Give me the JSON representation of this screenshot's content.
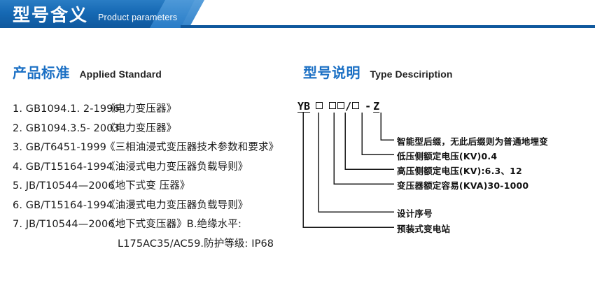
{
  "banner": {
    "title": "型号含义",
    "subtitle": "Product parameters",
    "color_dark": "#1565b0",
    "color_light": "#2f86d4"
  },
  "sections": {
    "left": {
      "title_cn": "产品标准",
      "title_en": "Applied Standard"
    },
    "right": {
      "title_cn": "型号说明",
      "title_en": "Type Desciription"
    }
  },
  "accent_color": "#1a6fc4",
  "standards": [
    {
      "num": "1. GB1094.1. 2-1996",
      "name": "《电力变压器》"
    },
    {
      "num": "2. GB1094.3.5- 2003",
      "name": "《电力变压器》"
    },
    {
      "num": "3. GB/T6451-1999",
      "name": "《三相油浸式变压器技术参数和要求》"
    },
    {
      "num": "4. GB/T15164-1994",
      "name": "《油浸式电力变压器负载导则》"
    },
    {
      "num": "5. JB/T10544—2006",
      "name": "《地下式变 压器》"
    },
    {
      "num": "6. GB/T15164-1994",
      "name": "《油漫式电力变压器负载导则》"
    },
    {
      "num": "7. JB/T10544—2006",
      "name": "《地下式变压器》B.绝缘水平:"
    }
  ],
  "standards_continuation": "L175AC35/AC59.防护等级: IP68",
  "type_code": {
    "prefix": "YB",
    "separator": "/",
    "dash": "-",
    "suffix": "Z",
    "box_glyph": "□"
  },
  "callouts": [
    {
      "id": "smart-suffix",
      "text": "智能型后缀，无此后缀则为普通地埋变"
    },
    {
      "id": "lv-voltage",
      "text": "低压侧额定电压(KV)0.4"
    },
    {
      "id": "hv-voltage",
      "text": "高压侧额定电压(KV):6.3、12"
    },
    {
      "id": "rated-capacity",
      "text": "变压器额定容易(KVA)30-1000"
    },
    {
      "id": "design-serial",
      "text": "设计序号"
    },
    {
      "id": "substation",
      "text": "预装式变电站"
    }
  ]
}
